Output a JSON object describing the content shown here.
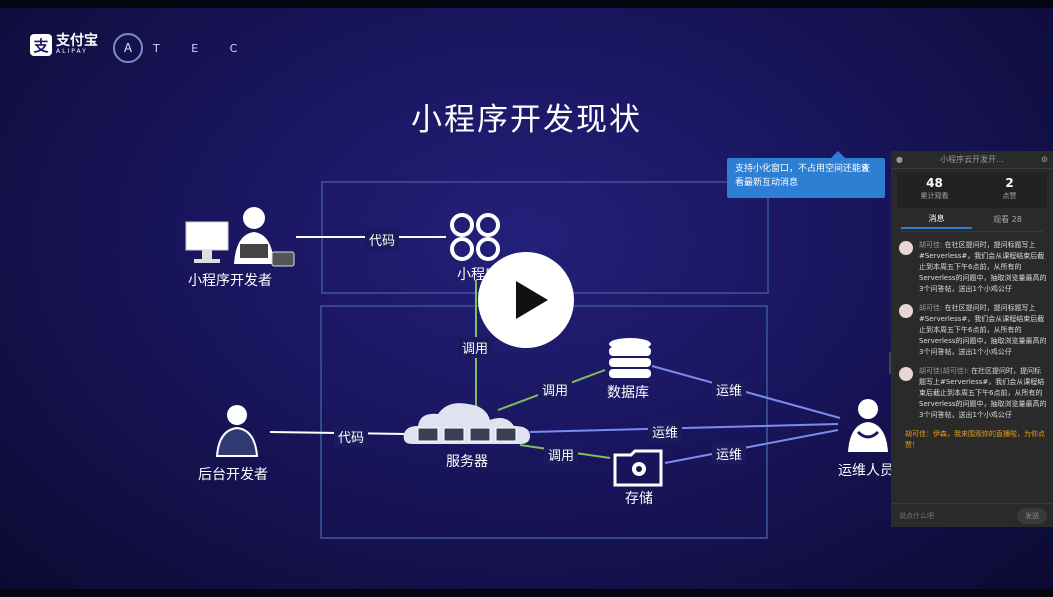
{
  "logos": {
    "alipay_mark": "支",
    "alipay_cn": "支付宝",
    "alipay_en": "ALIPAY",
    "atec_mark": "A",
    "atec_text": "T E C"
  },
  "slide": {
    "title": "小程序开发现状"
  },
  "diagram": {
    "nodes": {
      "mini_dev": "小程序开发者",
      "mini_app": "小程序",
      "database": "数据库",
      "server": "服务器",
      "storage": "存储",
      "backend_dev": "后台开发者",
      "ops": "运维人员"
    },
    "edges": {
      "code_top": "代码",
      "call_vertical": "调用",
      "call_db": "调用",
      "call_storage": "调用",
      "code_bottom": "代码",
      "ops_db": "运维",
      "ops_server": "运维",
      "ops_storage": "运维"
    }
  },
  "tooltip": {
    "text": "支持小化窗口，不占用空间还能查看最新互动消息",
    "close": "×"
  },
  "panel": {
    "header": "小程序云开发开...",
    "stat1_num": "48",
    "stat1_label": "累计观看",
    "stat2_num": "2",
    "stat2_label": "点赞",
    "tab_chat": "消息",
    "tab_viewers": "观看 28",
    "messages": [
      {
        "name": "胡可佳:",
        "text": "在社区提问时，提问标题写上#Serverless#，我们会从课程结束后截止到本周五下午6点前，从所有的Serverless的问题中，抽取浏览量最高的3个问答帖，送出1个小鸡公仔"
      },
      {
        "name": "胡可佳:",
        "text": "在社区提问时，提问标题写上#Serverless#，我们会从课程结束后截止到本周五下午6点前，从所有的Serverless的问题中，抽取浏览量最高的3个问答帖，送出1个小鸡公仔"
      },
      {
        "name": "胡可佳(胡可佳):",
        "text": "在社区提问时，提问标题写上#Serverless#，我们会从课程结束后截止到本周五下午6点前，从所有的Serverless的问题中，抽取浏览量最高的3个问答帖，送出1个小鸡公仔"
      }
    ],
    "notice": "胡可佳：伊森，我来围观你的直播啦，为你点赞！",
    "input_placeholder": "说点什么吧",
    "send": "发送",
    "collapse": "‹"
  }
}
